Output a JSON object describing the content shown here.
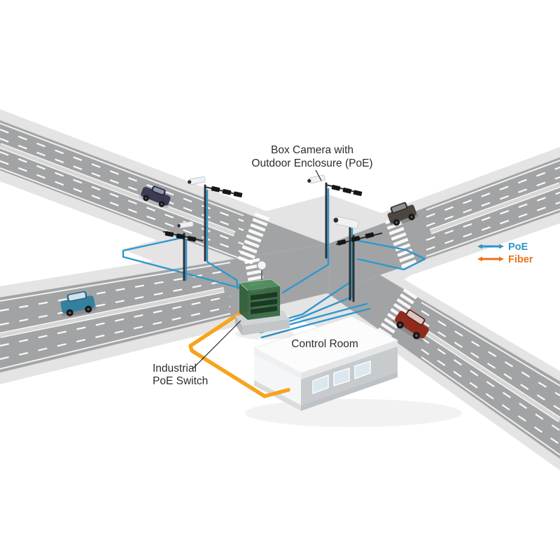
{
  "diagram": {
    "camera_label": {
      "line1": "Box Camera with",
      "line2": "Outdoor Enclosure (PoE)"
    },
    "switch_label": {
      "line1": "Industrial",
      "line2": "PoE Switch"
    },
    "control_room_label": "Control Room",
    "legend": {
      "items": [
        {
          "label": "PoE",
          "color": "#2E93C9"
        },
        {
          "label": "Fiber",
          "color": "#E8731E"
        }
      ]
    },
    "colors": {
      "poe_cable": "#2E97CE",
      "fiber_cable": "#F6A41E",
      "asphalt": "#A2A3A4",
      "sidewalk": "#E4E4E4"
    }
  }
}
